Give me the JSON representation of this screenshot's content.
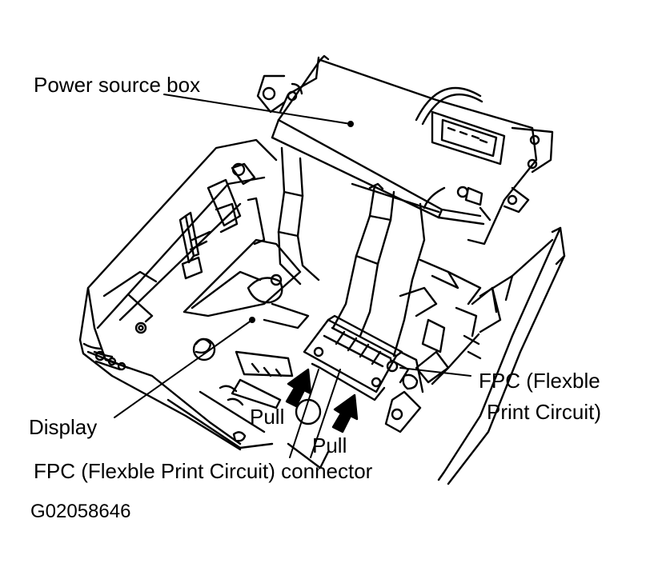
{
  "labels": {
    "power_source_box": "Power source box",
    "display": "Display",
    "pull_left": "Pull",
    "pull_right": "Pull",
    "fpc_line1": "FPC (Flexble",
    "fpc_line2": "Print Circuit)",
    "fpc_connector": "FPC (Flexble Print Circuit) connector",
    "figure_id": "G02058646"
  }
}
